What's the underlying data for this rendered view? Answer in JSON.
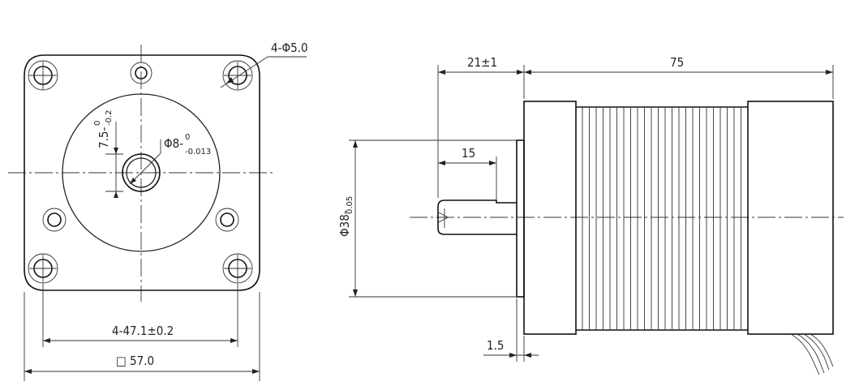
{
  "front_view": {
    "hole_callout": "4-Φ5.0",
    "keyway_dim": "7.5-",
    "keyway_tol_upper": "0",
    "keyway_tol_lower": "-0.2",
    "shaft_dim": "Φ8-",
    "shaft_tol_upper": "0",
    "shaft_tol_lower": "-0.013",
    "hole_spacing": "4-47.1±0.2",
    "frame_size": "□ 57.0"
  },
  "side_view": {
    "shaft_length": "21±1",
    "body_length": "75",
    "flat_length": "15",
    "pilot_dia": "Φ38-",
    "pilot_tol": "0.05",
    "pilot_thickness": "1.5"
  }
}
